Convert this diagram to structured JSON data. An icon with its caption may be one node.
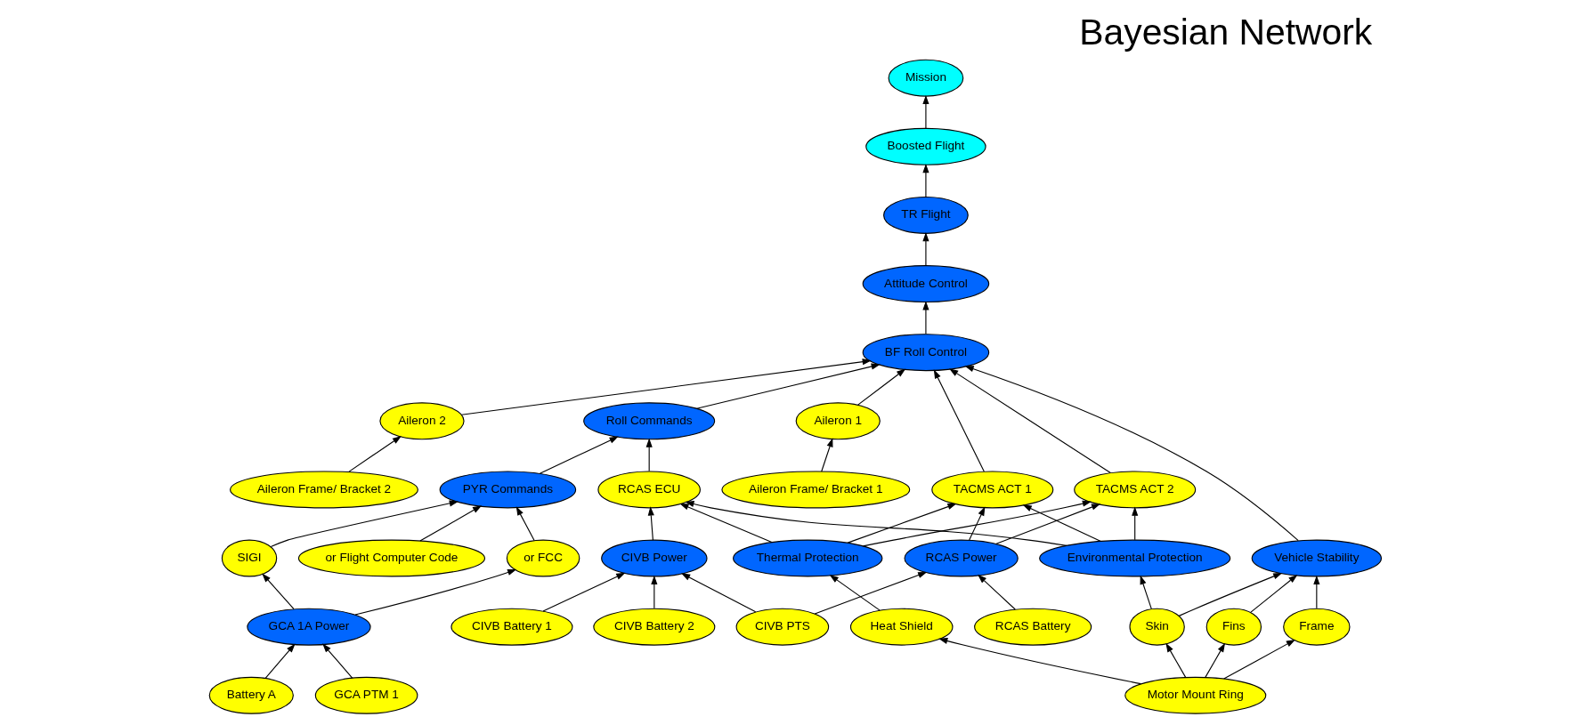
{
  "diagram": {
    "title": "Bayesian Network",
    "nodes": [
      {
        "text": [
          "Mission"
        ]
      },
      {
        "text": [
          "Boosted Flight"
        ]
      },
      {
        "text": [
          "TR Flight"
        ]
      },
      {
        "text": [
          "Aileron Frame/ Bracket 2"
        ]
      },
      {
        "text": [
          "Aileron 2"
        ]
      },
      {
        "text": [
          "Attitude Control"
        ]
      },
      {
        "text": [
          "Aileron Frame/ Bracket 1"
        ]
      },
      {
        "text": [
          "Roll Commands"
        ]
      },
      {
        "text": [
          "PYR Commands"
        ]
      },
      {
        "text": [
          "SIGI"
        ]
      },
      {
        "text": [
          "Aileron 1"
        ]
      },
      {
        "text": [
          "BF Roll Control"
        ]
      },
      {
        "text": [
          "GCA 1A Power"
        ]
      },
      {
        "text": [
          "Frame"
        ]
      },
      {
        "text": [
          "TACMS ACT 2"
        ]
      },
      {
        "text": [
          "RCAS ECU"
        ]
      },
      {
        "text": [
          "or Flight Computer Code"
        ]
      },
      {
        "text": [
          "or FCC"
        ]
      },
      {
        "text": [
          "GCA PTM 1"
        ]
      },
      {
        "text": [
          "Vehicle Stability"
        ]
      },
      {
        "text": [
          "TACMS ACT 1"
        ]
      },
      {
        "text": [
          "Fins"
        ]
      },
      {
        "text": [
          "Battery A"
        ]
      },
      {
        "text": [
          "RCAS Power"
        ]
      },
      {
        "text": [
          "Skin"
        ]
      },
      {
        "text": [
          "Environmental Protection"
        ]
      },
      {
        "text": [
          "RCAS Battery"
        ]
      },
      {
        "text": [
          "Motor Mount Ring"
        ]
      },
      {
        "text": [
          "CIVB Power"
        ]
      },
      {
        "text": [
          "CIVB PTS"
        ]
      },
      {
        "text": [
          "Heat Shield"
        ]
      },
      {
        "text": [
          "Thermal Protection"
        ]
      },
      {
        "text": [
          "CIVB Battery 2"
        ]
      },
      {
        "text": [
          "CIVB Battery 1"
        ]
      }
    ],
    "edges": [
      {
        "from": 1,
        "to": 0,
        "arrow": "to"
      },
      {
        "from": 2,
        "to": 1,
        "arrow": "to"
      },
      {
        "from": 5,
        "to": 2,
        "arrow": "to"
      },
      {
        "from": 11,
        "to": 5,
        "arrow": "to"
      },
      {
        "from": 3,
        "to": 4,
        "arrow": "to"
      },
      {
        "from": 6,
        "to": 10,
        "arrow": "to"
      },
      {
        "from": 4,
        "to": 11,
        "arrow": "to"
      },
      {
        "from": 10,
        "to": 11,
        "arrow": "to"
      },
      {
        "from": 7,
        "to": 11,
        "arrow": "to"
      },
      {
        "from": 19,
        "to": 11,
        "arrow": "to"
      },
      {
        "from": 20,
        "to": 11,
        "arrow": "to"
      },
      {
        "from": 14,
        "to": 11,
        "arrow": "to"
      },
      {
        "from": 8,
        "to": 7,
        "arrow": "to"
      },
      {
        "from": 15,
        "to": 7,
        "arrow": "to"
      },
      {
        "from": 9,
        "to": 8,
        "arrow": "to"
      },
      {
        "from": 16,
        "to": 8,
        "arrow": "to"
      },
      {
        "from": 17,
        "to": 8,
        "arrow": "to"
      },
      {
        "from": 12,
        "to": 9,
        "arrow": "to"
      },
      {
        "from": 12,
        "to": 17,
        "arrow": "to"
      },
      {
        "from": 22,
        "to": 12,
        "arrow": "to"
      },
      {
        "from": 18,
        "to": 12,
        "arrow": "to"
      },
      {
        "from": 13,
        "to": 19,
        "arrow": "to"
      },
      {
        "from": 21,
        "to": 19,
        "arrow": "to"
      },
      {
        "from": 24,
        "to": 19,
        "arrow": "to"
      },
      {
        "from": 27,
        "to": 13,
        "arrow": "to"
      },
      {
        "from": 27,
        "to": 21,
        "arrow": "to"
      },
      {
        "from": 27,
        "to": 24,
        "arrow": "to"
      },
      {
        "from": 27,
        "to": 30,
        "arrow": "to"
      },
      {
        "from": 24,
        "to": 25,
        "arrow": "to"
      },
      {
        "from": 30,
        "to": 31,
        "arrow": "to"
      },
      {
        "from": 25,
        "to": 20,
        "arrow": "to"
      },
      {
        "from": 25,
        "to": 14,
        "arrow": "to"
      },
      {
        "from": 25,
        "to": 15,
        "arrow": "to"
      },
      {
        "from": 31,
        "to": 20,
        "arrow": "to"
      },
      {
        "from": 31,
        "to": 14,
        "arrow": "to"
      },
      {
        "from": 31,
        "to": 15,
        "arrow": "to"
      },
      {
        "from": 23,
        "to": 20,
        "arrow": "to"
      },
      {
        "from": 23,
        "to": 14,
        "arrow": "to"
      },
      {
        "from": 28,
        "to": 15,
        "arrow": "to"
      },
      {
        "from": 26,
        "to": 23,
        "arrow": "to"
      },
      {
        "from": 29,
        "to": 23,
        "arrow": "to"
      },
      {
        "from": 29,
        "to": 28,
        "arrow": "to"
      },
      {
        "from": 32,
        "to": 28,
        "arrow": "to"
      },
      {
        "from": 33,
        "to": 28,
        "arrow": "to"
      }
    ]
  }
}
